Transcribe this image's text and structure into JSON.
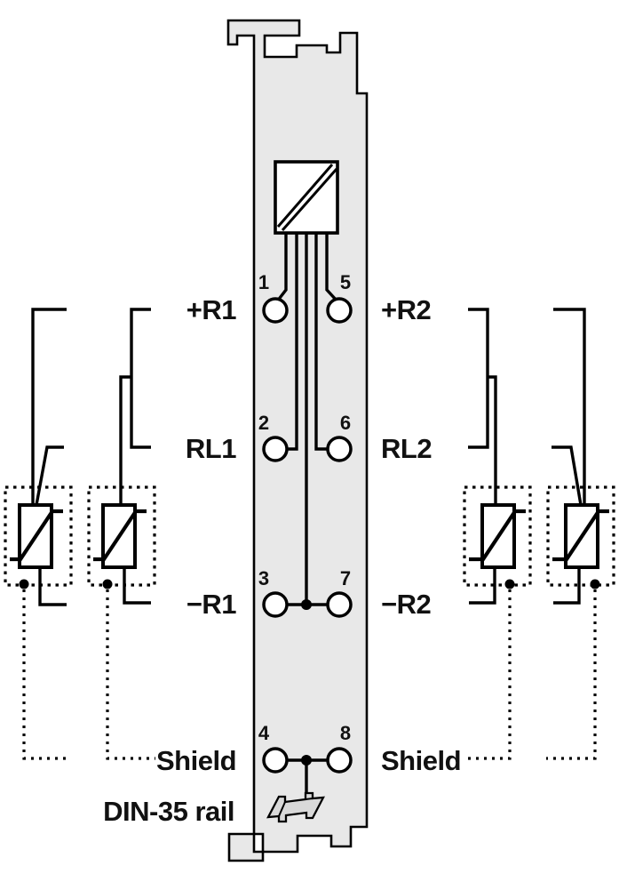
{
  "colors": {
    "background": "#ffffff",
    "module_fill": "#e8e8e8",
    "symbol_fill": "#ffffff",
    "rail_fill": "#d9d9d9",
    "line": "#000000"
  },
  "module": {
    "din_rail_label": "DIN-35 rail",
    "rows": [
      {
        "left_terminal": "1",
        "left_label": "+R1",
        "right_terminal": "5",
        "right_label": "+R2"
      },
      {
        "left_terminal": "2",
        "left_label": "RL1",
        "right_terminal": "6",
        "right_label": "RL2"
      },
      {
        "left_terminal": "3",
        "left_label": "−R1",
        "right_terminal": "7",
        "right_label": "−R2"
      },
      {
        "left_terminal": "4",
        "left_label": "Shield",
        "right_terminal": "8",
        "right_label": "Shield"
      }
    ]
  },
  "icons": {
    "electronics": "isolation-box-diagonal",
    "rtd": "resistance-temperature-sensor",
    "din_rail": "din-rail-3d"
  },
  "sensors": {
    "left_outer": {
      "channel": "R1",
      "connection": "3-wire",
      "shield": "dotted-drain-to-shield"
    },
    "left_inner": {
      "channel": "R1",
      "connection": "2-wire-jumpered",
      "shield": "dotted-drain-to-shield"
    },
    "right_inner": {
      "channel": "R2",
      "connection": "2-wire-jumpered",
      "shield": "dotted-drain-to-shield"
    },
    "right_outer": {
      "channel": "R2",
      "connection": "3-wire",
      "shield": "dotted-drain-to-shield"
    }
  }
}
